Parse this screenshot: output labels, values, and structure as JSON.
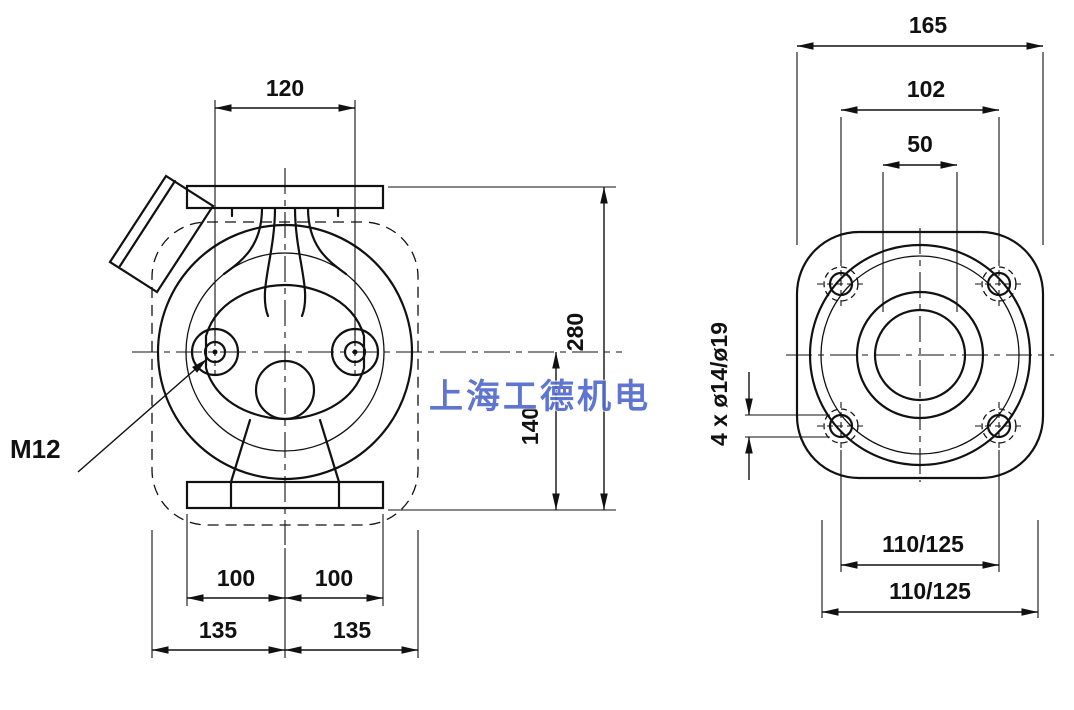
{
  "watermark": "上海工德机电",
  "front_view": {
    "dims": {
      "top_width": "120",
      "overall_height": "280",
      "port_height": "140",
      "flange_half_left": "100",
      "flange_half_right": "100",
      "base_half_left": "135",
      "base_half_right": "135"
    },
    "labels": {
      "thread": "M12"
    }
  },
  "side_view": {
    "dims": {
      "overall_width": "165",
      "bolt_spacing": "102",
      "port_diameter": "50",
      "bolt_holes": "4 x ø14/ø19",
      "bolt_circle_1": "110/125",
      "bolt_circle_2": "110/125"
    }
  }
}
